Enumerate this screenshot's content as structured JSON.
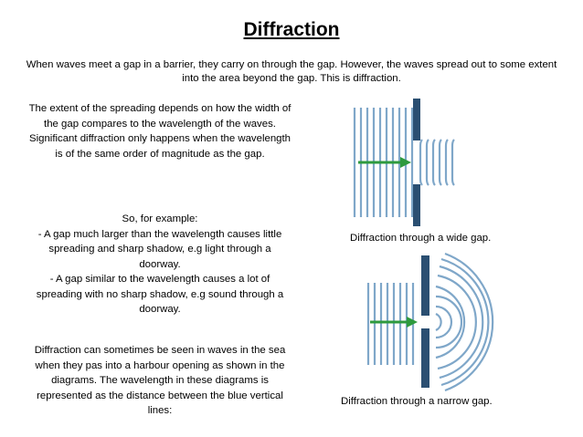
{
  "title": "Diffraction",
  "intro": "When waves meet a gap in a barrier, they carry on through the gap. However, the waves spread out to some extent into the area beyond the gap. This is diffraction.",
  "paragraph1": "The extent of the spreading depends on how the width of the gap compares to the wavelength of the waves. Significant diffraction only happens when the wavelength is of the same order of magnitude as the gap.",
  "examples": {
    "heading": "So, for example:",
    "item1": "- A gap much larger than the wavelength causes little spreading and sharp shadow, e.g light through a doorway.",
    "item2": "- A gap similar to the wavelength causes a lot of spreading with no sharp shadow, e.g sound through a doorway."
  },
  "paragraph3": "Diffraction can sometimes be seen in waves in the sea when they pas into a harbour opening as shown in the diagrams. The wavelength in these diagrams is represented as the distance between the blue vertical lines:",
  "captions": {
    "wide_gap": "Diffraction through a wide gap.",
    "narrow_gap": "Diffraction through a narrow gap."
  },
  "colors": {
    "wave": "#7fa7c9",
    "barrier": "#2b4f72",
    "arrow": "#2e9a3e"
  }
}
